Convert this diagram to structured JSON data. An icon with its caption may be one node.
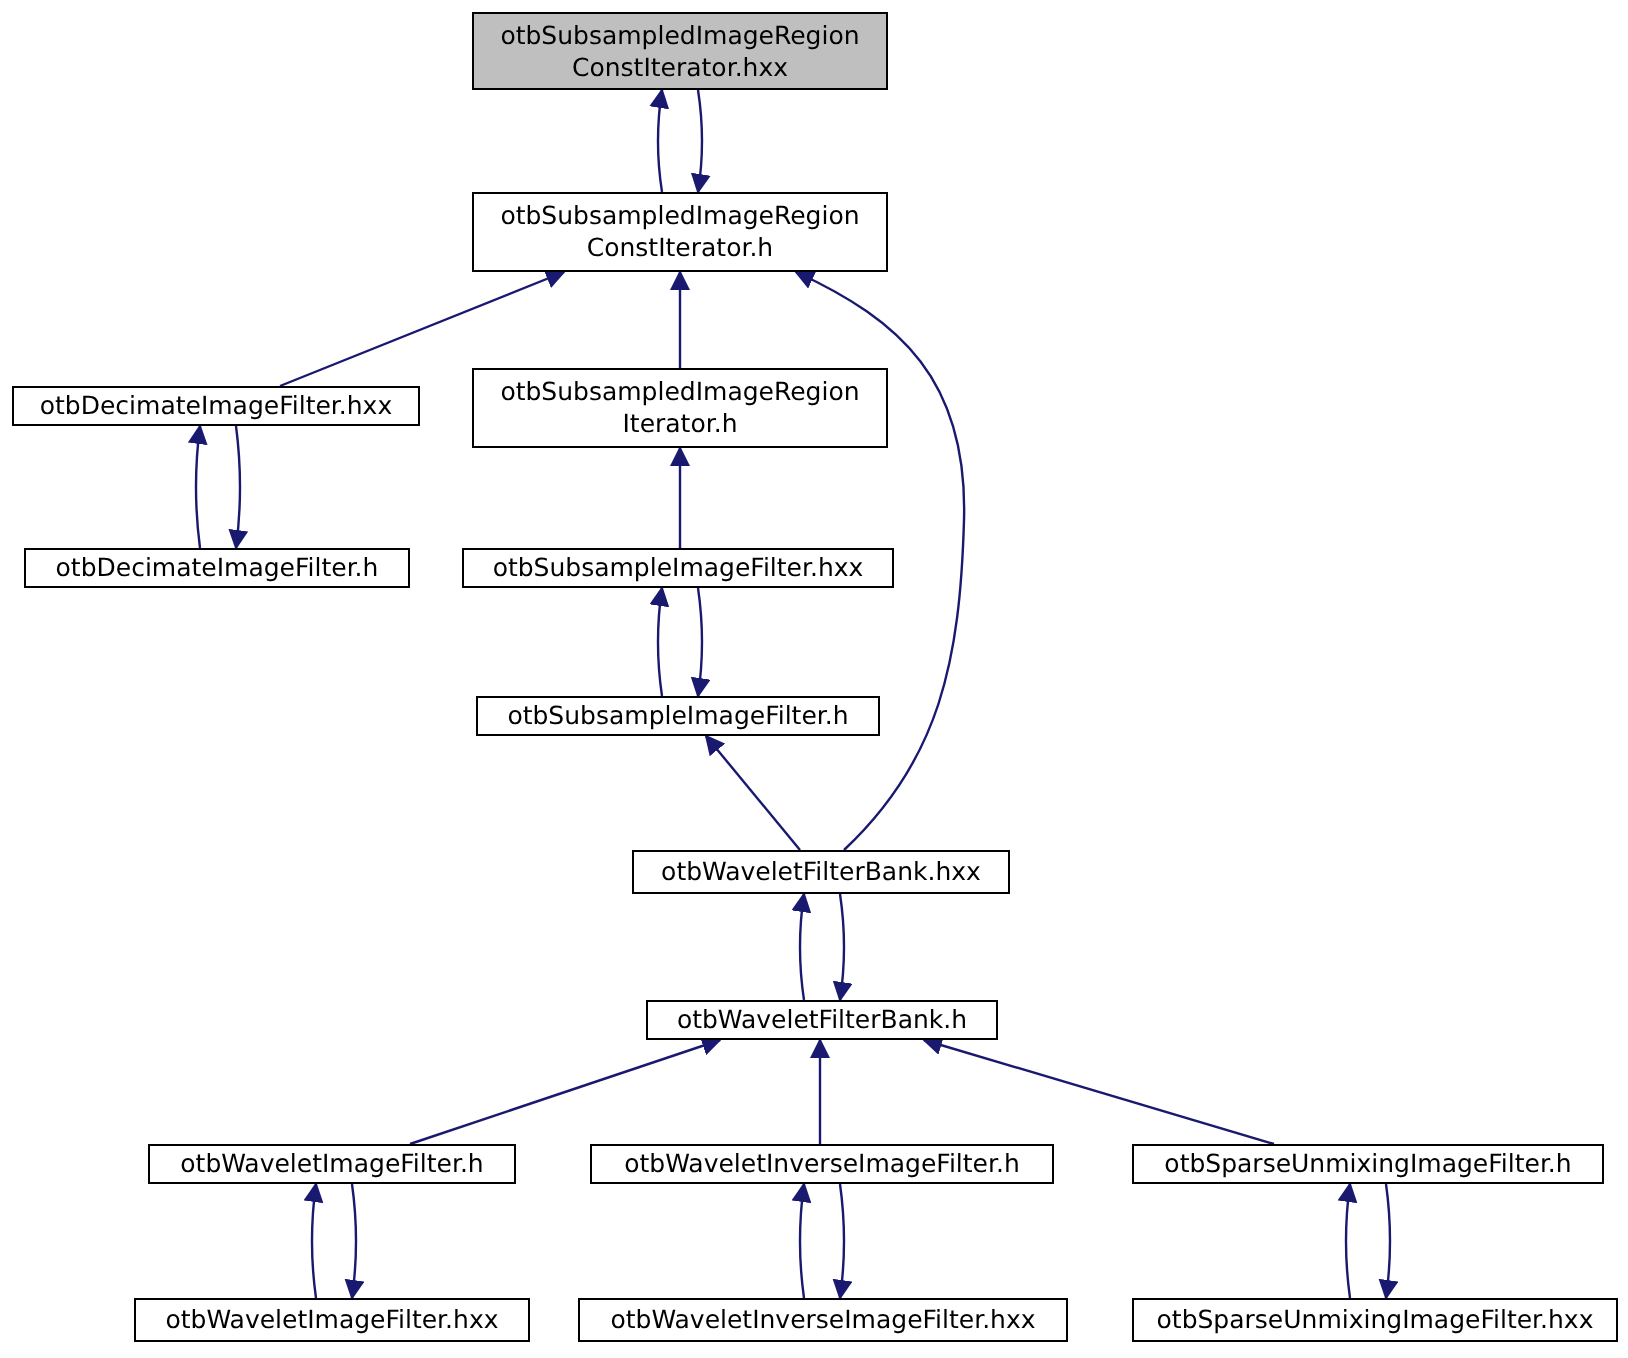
{
  "diagram": {
    "nodes": [
      {
        "text": [
          "otbSubsampledImageRegion ConstIterator.hxx"
        ]
      },
      {
        "text": [
          "otbSubsampledImageRegion ConstIterator.h"
        ]
      },
      {
        "text": [
          "otbDecimateImageFilter.hxx"
        ]
      },
      {
        "text": [
          "otbDecimateImageFilter.h"
        ]
      },
      {
        "text": [
          "otbSubsampledImageRegion Iterator.h"
        ]
      },
      {
        "text": [
          "otbSubsampleImageFilter.hxx"
        ]
      },
      {
        "text": [
          "otbSubsampleImageFilter.h"
        ]
      },
      {
        "text": [
          "otbWaveletFilterBank.hxx"
        ]
      },
      {
        "text": [
          "otbWaveletFilterBank.h"
        ]
      },
      {
        "text": [
          "otbWaveletImageFilter.h"
        ]
      },
      {
        "text": [
          "otbWaveletInverseImageFilter.h"
        ]
      },
      {
        "text": [
          "otbSparseUnmixingImageFilter.h"
        ]
      },
      {
        "text": [
          "otbWaveletImageFilter.hxx"
        ]
      },
      {
        "text": [
          "otbWaveletInverseImageFilter.hxx"
        ]
      },
      {
        "text": [
          "otbSparseUnmixingImageFilter.hxx"
        ]
      }
    ],
    "edges": [
      {
        "from": 1,
        "to": 0,
        "arrow": "to"
      },
      {
        "from": 0,
        "to": 1,
        "arrow": "to"
      },
      {
        "from": 2,
        "to": 1,
        "arrow": "to"
      },
      {
        "from": 4,
        "to": 1,
        "arrow": "to"
      },
      {
        "from": 7,
        "to": 1,
        "arrow": "to"
      },
      {
        "from": 3,
        "to": 2,
        "arrow": "to"
      },
      {
        "from": 2,
        "to": 3,
        "arrow": "to"
      },
      {
        "from": 5,
        "to": 4,
        "arrow": "to"
      },
      {
        "from": 6,
        "to": 5,
        "arrow": "to"
      },
      {
        "from": 5,
        "to": 6,
        "arrow": "to"
      },
      {
        "from": 7,
        "to": 6,
        "arrow": "to"
      },
      {
        "from": 8,
        "to": 7,
        "arrow": "to"
      },
      {
        "from": 7,
        "to": 8,
        "arrow": "to"
      },
      {
        "from": 9,
        "to": 8,
        "arrow": "to"
      },
      {
        "from": 10,
        "to": 8,
        "arrow": "to"
      },
      {
        "from": 11,
        "to": 8,
        "arrow": "to"
      },
      {
        "from": 12,
        "to": 9,
        "arrow": "to"
      },
      {
        "from": 9,
        "to": 12,
        "arrow": "to"
      },
      {
        "from": 13,
        "to": 10,
        "arrow": "to"
      },
      {
        "from": 10,
        "to": 13,
        "arrow": "to"
      },
      {
        "from": 14,
        "to": 11,
        "arrow": "to"
      },
      {
        "from": 11,
        "to": 14,
        "arrow": "to"
      }
    ]
  }
}
